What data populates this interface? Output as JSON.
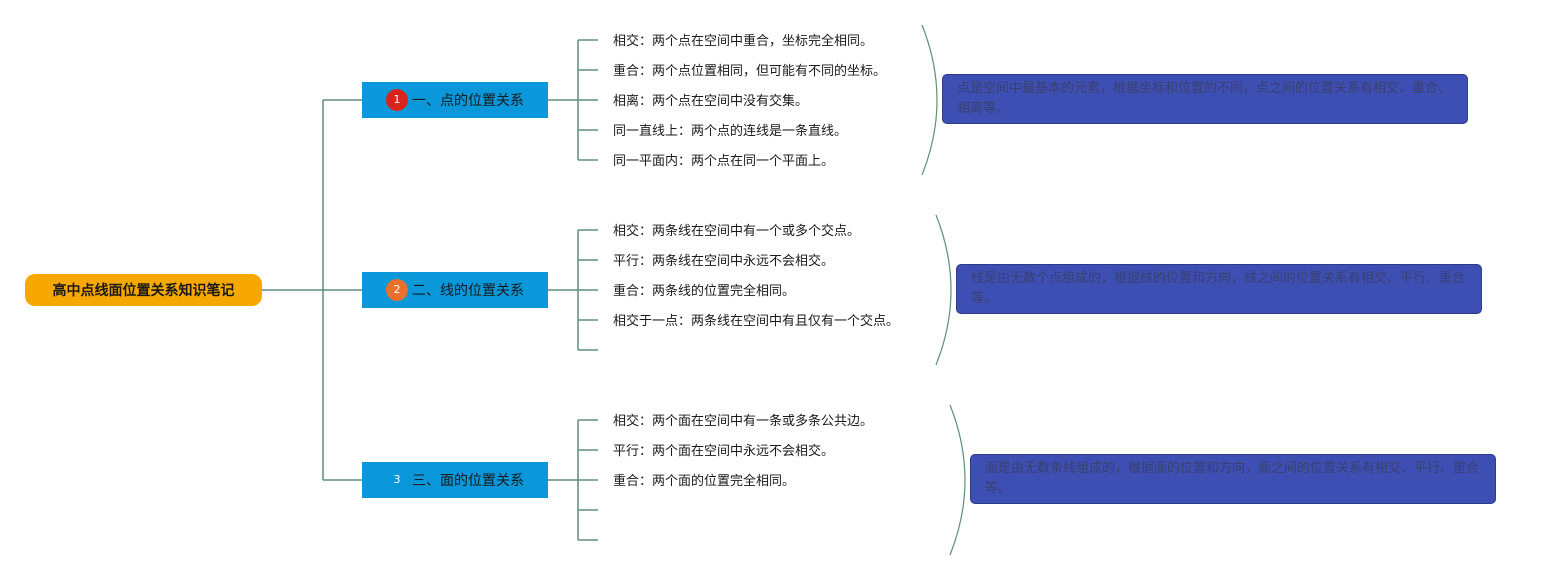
{
  "colors": {
    "root_bg": "#f6a800",
    "branch_bg": "#0b98da",
    "connector": "#5e8e80",
    "note_bg": "#3d4fb3",
    "badge_colors": [
      "#d8241a",
      "#e96f2a",
      "#0b98da"
    ]
  },
  "root": {
    "title": "高中点线面位置关系知识笔记"
  },
  "branches": [
    {
      "badge": "1",
      "title": "一、点的位置关系",
      "leaves": [
        "相交：两个点在空间中重合，坐标完全相同。",
        "重合：两个点位置相同，但可能有不同的坐标。",
        "相离：两个点在空间中没有交集。",
        "同一直线上：两个点的连线是一条直线。",
        "同一平面内：两个点在同一个平面上。"
      ],
      "note": "点是空间中最基本的元素，根据坐标和位置的不同，点之间的位置关系有相交、重合、相离等。"
    },
    {
      "badge": "2",
      "title": "二、线的位置关系",
      "leaves": [
        "相交：两条线在空间中有一个或多个交点。",
        "平行：两条线在空间中永远不会相交。",
        "重合：两条线的位置完全相同。",
        "相交于一点：两条线在空间中有且仅有一个交点。",
        ""
      ],
      "note": "线是由无数个点组成的，根据线的位置和方向，线之间的位置关系有相交、平行、重合等。"
    },
    {
      "badge": "3",
      "title": "三、面的位置关系",
      "leaves": [
        "相交：两个面在空间中有一条或多条公共边。",
        "平行：两个面在空间中永远不会相交。",
        "重合：两个面的位置完全相同。",
        "",
        ""
      ],
      "note": "面是由无数条线组成的，根据面的位置和方向，面之间的位置关系有相交、平行、重合等。"
    }
  ]
}
